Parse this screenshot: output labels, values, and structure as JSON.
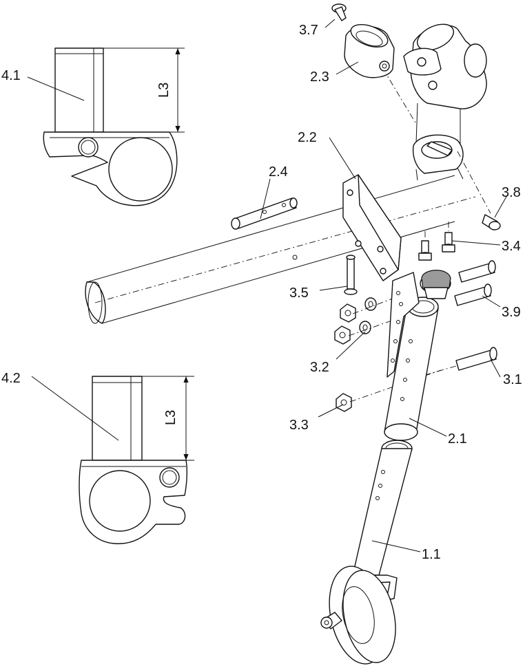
{
  "labels": {
    "l1_1": "1.1",
    "l2_1": "2.1",
    "l2_2": "2.2",
    "l2_3": "2.3",
    "l2_4": "2.4",
    "l3_1": "3.1",
    "l3_2": "3.2",
    "l3_3": "3.3",
    "l3_4": "3.4",
    "l3_5": "3.5",
    "l3_7": "3.7",
    "l3_8": "3.8",
    "l3_9": "3.9",
    "l4_1": "4.1",
    "l4_2": "4.2"
  },
  "dimension": "L3"
}
